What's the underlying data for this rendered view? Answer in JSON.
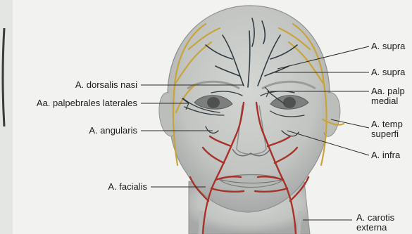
{
  "figure": {
    "colors": {
      "page": "#f2f3f1",
      "skin": "#c7c9c7",
      "skin_shadow": "#a9abaa",
      "artery_red": "#a8322a",
      "artery_yellow": "#c7a53a",
      "vein_dark": "#2f3b40",
      "leader_line": "#2a2a2a"
    },
    "labels": {
      "left": [
        {
          "id": "dorsalis-nasi",
          "text": "A. dorsalis nasi"
        },
        {
          "id": "palpebrales-laterales",
          "text": "Aa. palpebrales laterales"
        },
        {
          "id": "angularis",
          "text": "A. angularis"
        },
        {
          "id": "facialis",
          "text": "A. facialis"
        }
      ],
      "right": [
        {
          "id": "supra-1",
          "text": "A. supra"
        },
        {
          "id": "supra-2",
          "text": "A. supra"
        },
        {
          "id": "palp-1",
          "text": "Aa. palp"
        },
        {
          "id": "palp-2",
          "text": "medial"
        },
        {
          "id": "temp-1",
          "text": "A. temp"
        },
        {
          "id": "temp-2",
          "text": "superfi"
        },
        {
          "id": "infra",
          "text": "A. infra"
        },
        {
          "id": "carotis-1",
          "text": "A. carotis"
        },
        {
          "id": "carotis-2",
          "text": "externa"
        }
      ]
    }
  }
}
